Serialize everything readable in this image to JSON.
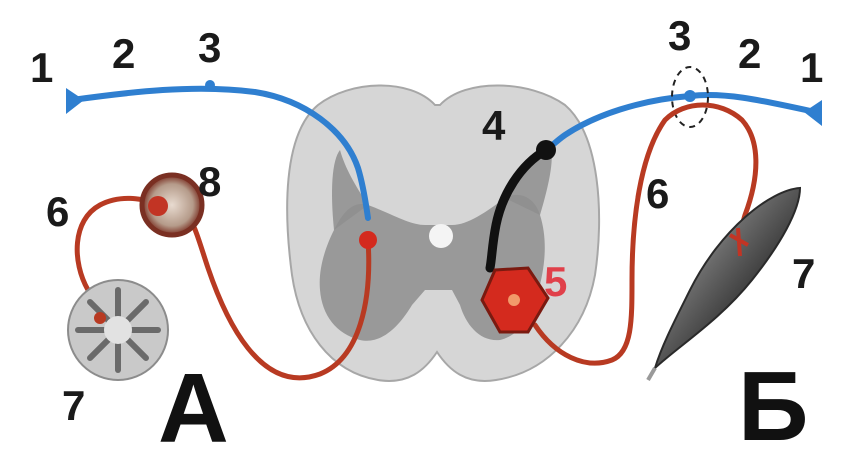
{
  "labels": {
    "left_1": "1",
    "left_2": "2",
    "left_3": "3",
    "right_1": "1",
    "right_2": "2",
    "right_3": "3",
    "label_4": "4",
    "label_5": "5",
    "left_6": "6",
    "right_6": "6",
    "left_7": "7",
    "right_7": "7",
    "label_8": "8",
    "letter_a": "А",
    "letter_b": "Б"
  },
  "colors": {
    "sensory_fiber": "#2f7fd0",
    "motor_fiber": "#b83a22",
    "interneuron": "#111111",
    "gray_matter": "#8e8e8e",
    "white_matter": "#d6d6d6",
    "motor_neuron": "#d42a1e"
  }
}
